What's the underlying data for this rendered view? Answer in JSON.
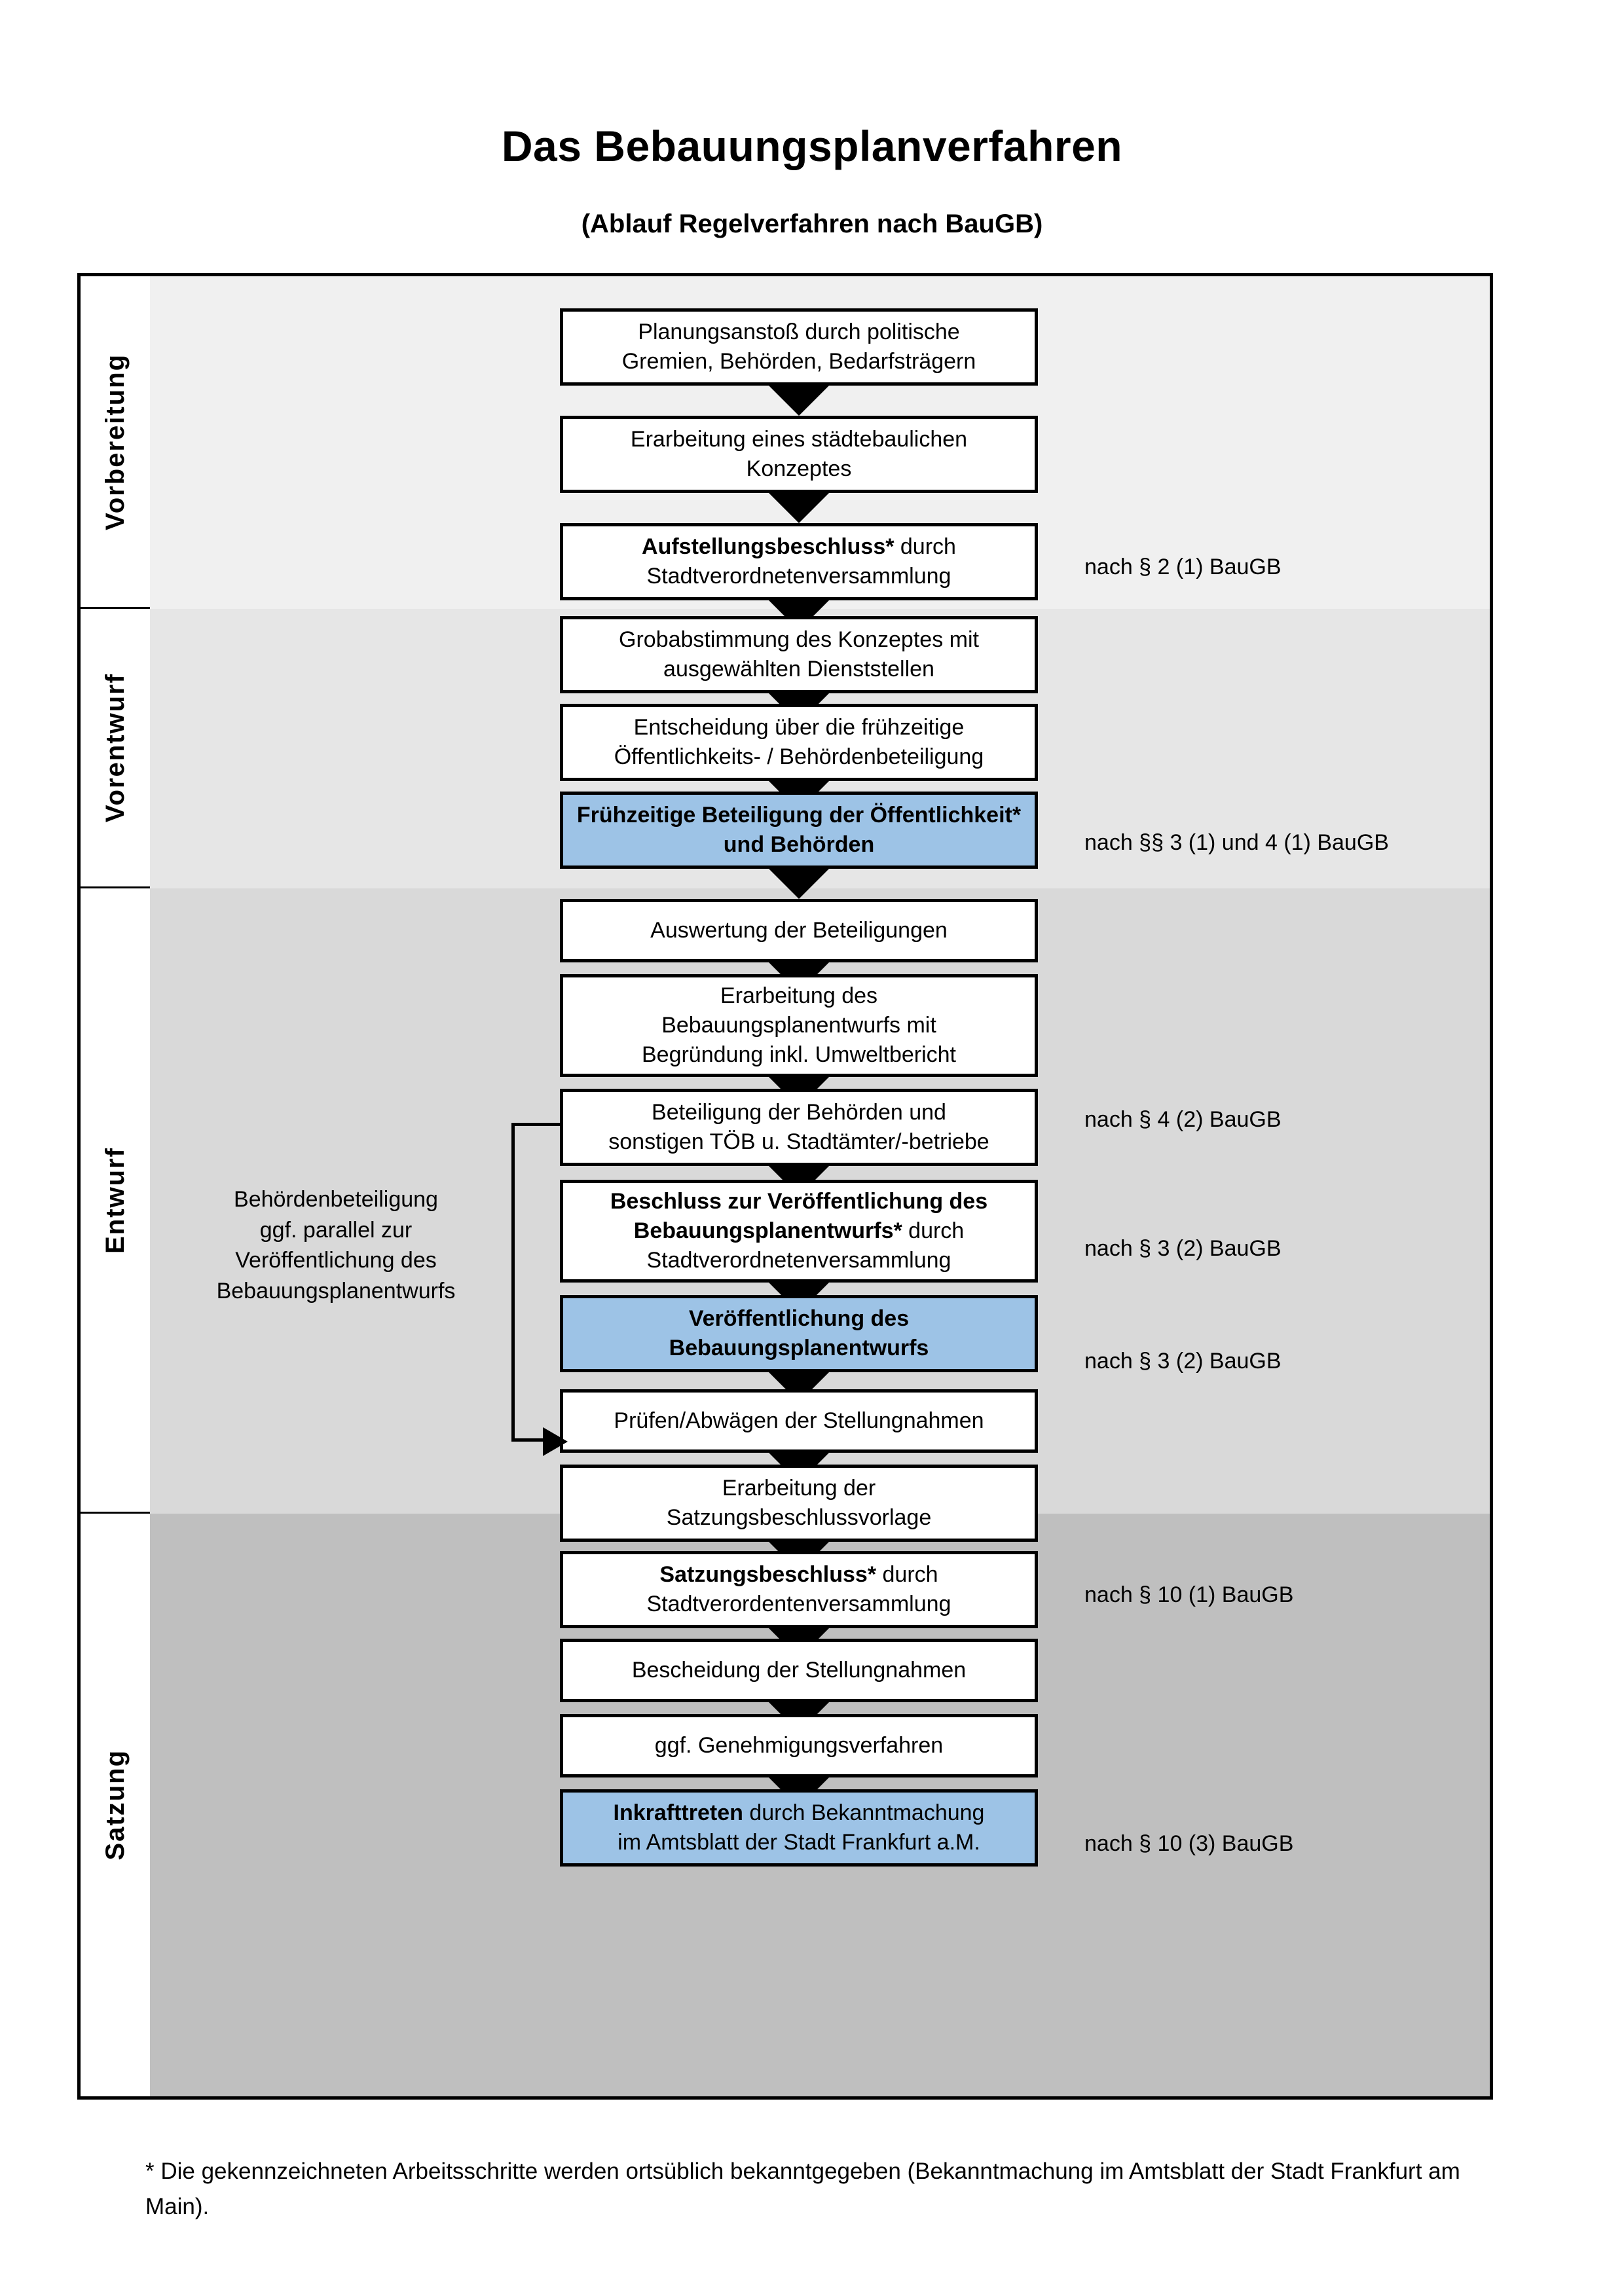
{
  "header": {
    "title": "Das Bebauungsplanverfahren",
    "subtitle": "(Ablauf Regelverfahren nach BauGB)"
  },
  "phases": [
    {
      "id": "vorbereitung",
      "label": "Vorbereitung",
      "bg": "#F0F0F0"
    },
    {
      "id": "vorentwurf",
      "label": "Vorentwurf",
      "bg": "#E6E6E6"
    },
    {
      "id": "entwurf",
      "label": "Entwurf",
      "bg": "#D9D9D9"
    },
    {
      "id": "satzung",
      "label": "Satzung",
      "bg": "#BFBFBF"
    }
  ],
  "steps": [
    {
      "id": "planungsanstoss",
      "line1": "Planungsanstoß durch politische",
      "line2": "Gremien, Behörden, Bedarfsträgern",
      "line3": "",
      "bold": "",
      "highlight": false
    },
    {
      "id": "staedtebauliches-konzept",
      "line1": "Erarbeitung eines städtebaulichen",
      "line2": "Konzeptes",
      "line3": "",
      "bold": "",
      "highlight": false
    },
    {
      "id": "aufstellungsbeschluss",
      "line1": " durch",
      "line2": "Stadtverordnetenversammlung",
      "line3": "",
      "bold": "Aufstellungsbeschluss*",
      "highlight": false
    },
    {
      "id": "grobabstimmung",
      "line1": "Grobabstimmung des Konzeptes mit",
      "line2": "ausgewählten Dienststellen",
      "line3": "",
      "bold": "",
      "highlight": false
    },
    {
      "id": "entscheidung-fruehzeitig",
      "line1": "Entscheidung über die frühzeitige",
      "line2": "Öffentlichkeits- / Behördenbeteiligung",
      "line3": "",
      "bold": "",
      "highlight": false
    },
    {
      "id": "fruehzeitige-beteiligung",
      "line1": "",
      "line2": "",
      "line3": "",
      "bold": "Frühzeitige Beteiligung der Öffentlichkeit* und Behörden",
      "highlight": true
    },
    {
      "id": "auswertung",
      "line1": "Auswertung der Beteiligungen",
      "line2": "",
      "line3": "",
      "bold": "",
      "highlight": false
    },
    {
      "id": "erarbeitung-entwurf",
      "line1": "Erarbeitung des",
      "line2": "Bebauungsplanentwurfs mit",
      "line3": "Begründung inkl. Umweltbericht",
      "bold": "",
      "highlight": false
    },
    {
      "id": "beteiligung-behoerden",
      "line1": "Beteiligung der Behörden und",
      "line2": "sonstigen TÖB u. Stadtämter/-betriebe",
      "line3": "",
      "bold": "",
      "highlight": false
    },
    {
      "id": "beschluss-veroeff",
      "line1": " durch",
      "line2": "Stadtverordnetenversammlung",
      "line3": "",
      "bold": "Beschluss zur Veröffentlichung des Bebauungsplanentwurfs*",
      "highlight": false
    },
    {
      "id": "veroeffentlichung",
      "line1": "",
      "line2": "",
      "line3": "",
      "bold": "Veröffentlichung des Bebauungsplanentwurfs",
      "highlight": true
    },
    {
      "id": "pruefen-abwaegen",
      "line1": "Prüfen/Abwägen der Stellungnahmen",
      "line2": "",
      "line3": "",
      "bold": "",
      "highlight": false
    },
    {
      "id": "satzungsbeschlussvorlage",
      "line1": "Erarbeitung der",
      "line2": "Satzungsbeschlussvorlage",
      "line3": "",
      "bold": "",
      "highlight": false
    },
    {
      "id": "satzungsbeschluss",
      "line1": " durch",
      "line2": "Stadtverordentenversammlung",
      "line3": "",
      "bold": "Satzungsbeschluss*",
      "highlight": false
    },
    {
      "id": "bescheidung",
      "line1": "Bescheidung der Stellungnahmen",
      "line2": "",
      "line3": "",
      "bold": "",
      "highlight": false
    },
    {
      "id": "genehmigungsverfahren",
      "line1": "ggf. Genehmigungsverfahren",
      "line2": "",
      "line3": "",
      "bold": "",
      "highlight": false
    },
    {
      "id": "inkrafttreten",
      "line1": " durch Bekanntmachung",
      "line2": "im Amtsblatt der Stadt Frankfurt a.M.",
      "line3": "",
      "bold": "Inkrafttreten",
      "highlight": true
    }
  ],
  "legal_refs": [
    {
      "id": "ref-aufstellungsbeschluss",
      "text": "nach § 2 (1) BauGB"
    },
    {
      "id": "ref-fruehzeitige",
      "text": "nach §§ 3 (1) und 4 (1) BauGB"
    },
    {
      "id": "ref-beteiligung-behoerden",
      "text": "nach § 4 (2) BauGB"
    },
    {
      "id": "ref-beschluss-veroeff",
      "text": "nach § 3 (2) BauGB"
    },
    {
      "id": "ref-veroeffentlichung",
      "text": "nach § 3 (2) BauGB"
    },
    {
      "id": "ref-satzungsbeschluss",
      "text": "nach § 10 (1) BauGB"
    },
    {
      "id": "ref-inkrafttreten",
      "text": "nach § 10 (3) BauGB"
    }
  ],
  "side_note": {
    "line1": "Behördenbeteiligung",
    "line2": "ggf. parallel zur",
    "line3": "Veröffentlichung des",
    "line4": "Bebauungsplanentwurfs"
  },
  "footnote": {
    "text": "* Die gekennzeichneten Arbeitsschritte werden ortsüblich bekanntgegeben (Bekanntmachung im Amtsblatt  der Stadt Frankfurt am Main)."
  },
  "colors": {
    "highlight_blue": "#9DC3E6",
    "band_vorbereitung": "#F0F0F0",
    "band_vorentwurf": "#E6E6E6",
    "band_entwurf": "#D9D9D9",
    "band_satzung": "#BFBFBF",
    "stroke": "#000000"
  }
}
